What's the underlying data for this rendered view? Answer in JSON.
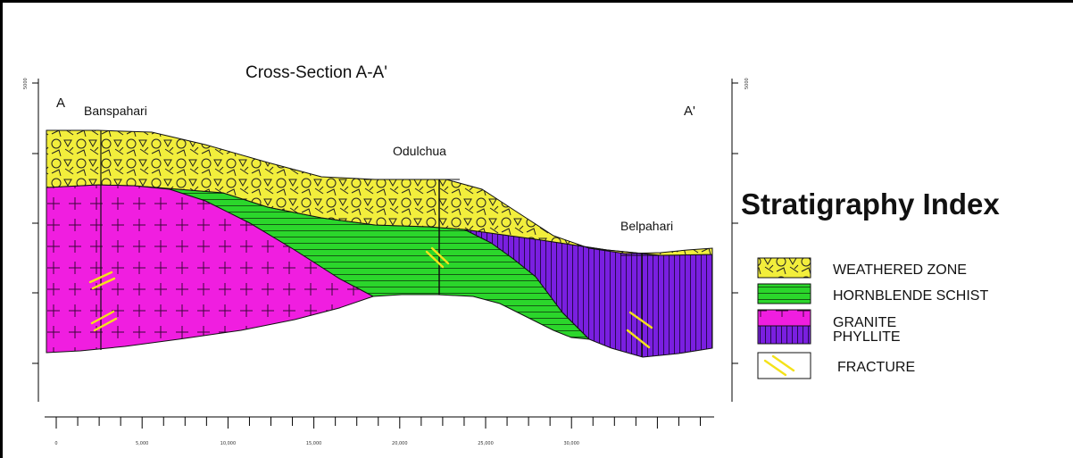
{
  "section": {
    "title": "Cross-Section A-A'",
    "left_end": "A",
    "right_end": "A'",
    "left_axis_value": "5000",
    "right_axis_value": "5000"
  },
  "places": [
    {
      "name": "Banspahari"
    },
    {
      "name": "Odulchua"
    },
    {
      "name": "Belpahari"
    }
  ],
  "distance_axis": {
    "ticks": [
      "0",
      "5,000",
      "10,000",
      "15,000",
      "20,000",
      "25,000",
      "30,000"
    ]
  },
  "legend": {
    "title": "Stratigraphy Index",
    "items": [
      {
        "label": "WEATHERED ZONE",
        "color": "#f2ee3c"
      },
      {
        "label": "HORNBLENDE SCHIST",
        "color": "#2bd62b"
      },
      {
        "label": "GRANITE",
        "color": "#f01ee0"
      },
      {
        "label": "PHYLLITE",
        "color": "#7a1fe0"
      },
      {
        "label": "FRACTURE",
        "color": "#f4e21a"
      }
    ]
  }
}
